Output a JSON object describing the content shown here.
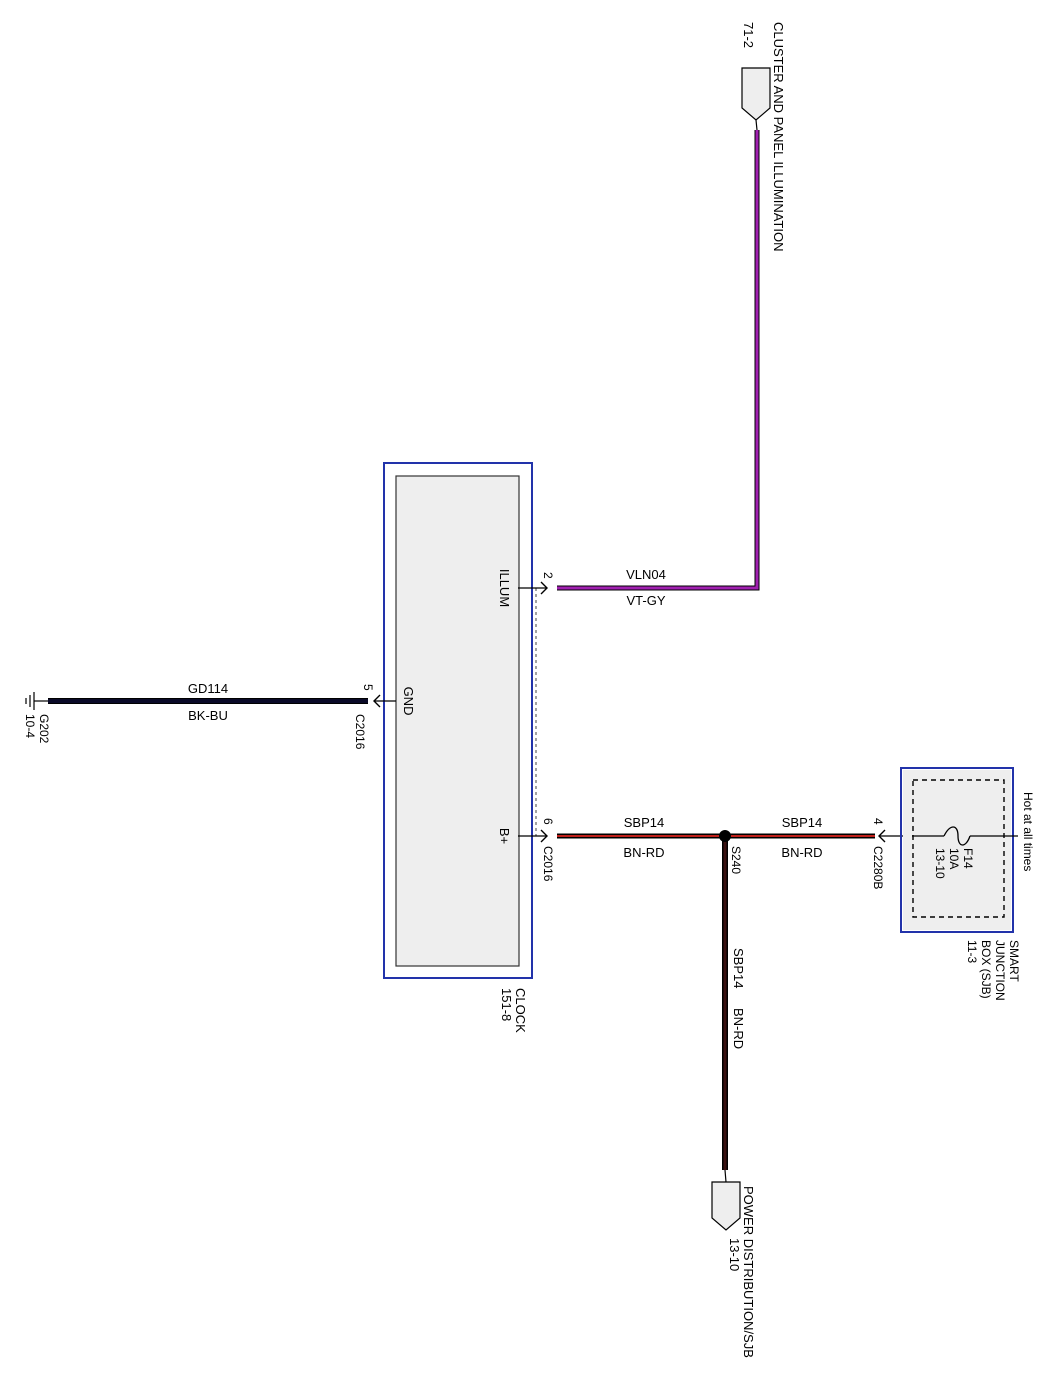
{
  "clock": {
    "name": "CLOCK",
    "ref": "151-8"
  },
  "pins": {
    "illum": {
      "label": "ILLUM",
      "num": "2"
    },
    "gnd": {
      "label": "GND",
      "num": "5",
      "connector": "C2016"
    },
    "bplus": {
      "label": "B+",
      "num": "6",
      "connector": "C2016"
    }
  },
  "wires": {
    "illum": {
      "circuit": "VLN04",
      "color": "VT-GY",
      "hex": "#a020b0"
    },
    "gnd": {
      "circuit": "GD114",
      "color": "BK-BU",
      "hex": "#0a0a28"
    },
    "power_left": {
      "circuit": "SBP14",
      "color": "BN-RD",
      "hex": "#3a1010"
    },
    "power_right": {
      "circuit": "SBP14",
      "color": "BN-RD"
    },
    "power_down": {
      "circuit": "SBP14",
      "color": "BN-RD"
    }
  },
  "ground": {
    "name": "G202",
    "ref": "10-4"
  },
  "splice": {
    "name": "S240"
  },
  "cluster": {
    "ref": "71-2",
    "name": "CLUSTER AND PANEL ILLUMINATION"
  },
  "power_dist": {
    "name": "POWER DISTRIBUTION/SJB",
    "ref": "13-10"
  },
  "sjb": {
    "hot_label": "Hot at all times",
    "pin": "4",
    "connector": "C2280B",
    "fuse": {
      "name": "F14",
      "rating": "10A",
      "ref": "13-10"
    },
    "line1": "SMART",
    "line2": "JUNCTION",
    "line3": "BOX (SJB)",
    "line4": "11-3"
  }
}
